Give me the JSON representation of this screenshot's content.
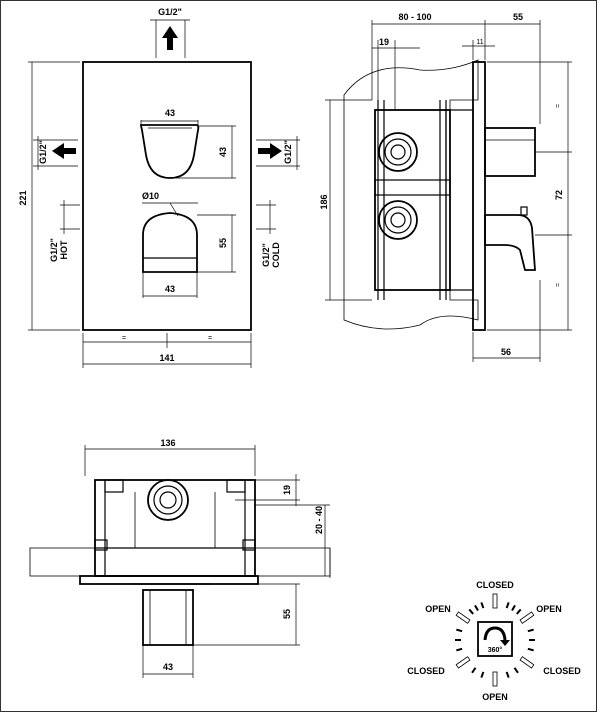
{
  "front_view": {
    "top_port": "G1/2\"",
    "left_port": "G1/2\"",
    "right_port": "G1/2\"",
    "hot_port": "G1/2\"",
    "hot_label": "HOT",
    "cold_port": "G1/2\"",
    "cold_label": "COLD",
    "height": "221",
    "width": "141",
    "upper_handle_width": "43",
    "upper_handle_height": "43",
    "lower_handle_width": "43",
    "lower_handle_height": "55",
    "spout_diameter": "Ø10",
    "mark_left": "=",
    "mark_right": "="
  },
  "side_view": {
    "depth_range": "80 - 100",
    "top_right_dim": "55",
    "inner_dim": "19",
    "plate_dim": "11",
    "body_height": "186",
    "handle_offset": "72",
    "bottom_depth": "56",
    "mark_a": "=",
    "mark_b": "="
  },
  "top_view": {
    "width": "136",
    "port_dim": "19",
    "wall_range": "20 - 40",
    "handle_depth": "55",
    "handle_width": "43"
  },
  "rotation_legend": {
    "closed_top": "CLOSED",
    "open_left": "OPEN",
    "open_right": "OPEN",
    "closed_left": "CLOSED",
    "closed_right": "CLOSED",
    "open_bottom": "OPEN",
    "rotation": "360°"
  },
  "icons": [
    "arrow-up-icon",
    "arrow-left-icon",
    "arrow-right-icon",
    "rotation-arrow-icon"
  ]
}
